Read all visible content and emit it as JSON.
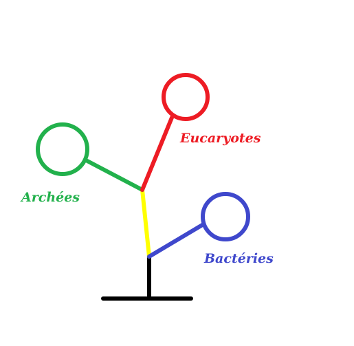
{
  "diagram": {
    "root": {
      "stem_color": "#000000",
      "trunk_color": "#ffff00"
    },
    "branches": [
      {
        "id": "eucaryotes",
        "label": "Eucaryotes",
        "color": "#ed1c24"
      },
      {
        "id": "archees",
        "label": "Archées",
        "color": "#22b14c"
      },
      {
        "id": "bacteries",
        "label": "Bactéries",
        "color": "#3f48cc"
      }
    ]
  }
}
